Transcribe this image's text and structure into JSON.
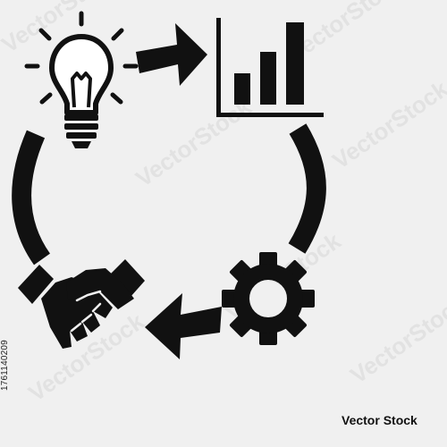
{
  "watermark": {
    "side_id": "1761140209",
    "brand": "Vector Stock",
    "repeated_text": "VectorStock"
  },
  "icons": {
    "idea": "lightbulb-icon",
    "growth": "bar-chart-icon",
    "process": "gear-icon",
    "partnership": "handshake-icon",
    "flow_right": "arrow-right-icon",
    "flow_left": "arrow-left-icon"
  },
  "colors": {
    "background": "#f0f0f0",
    "icon": "#111111"
  }
}
